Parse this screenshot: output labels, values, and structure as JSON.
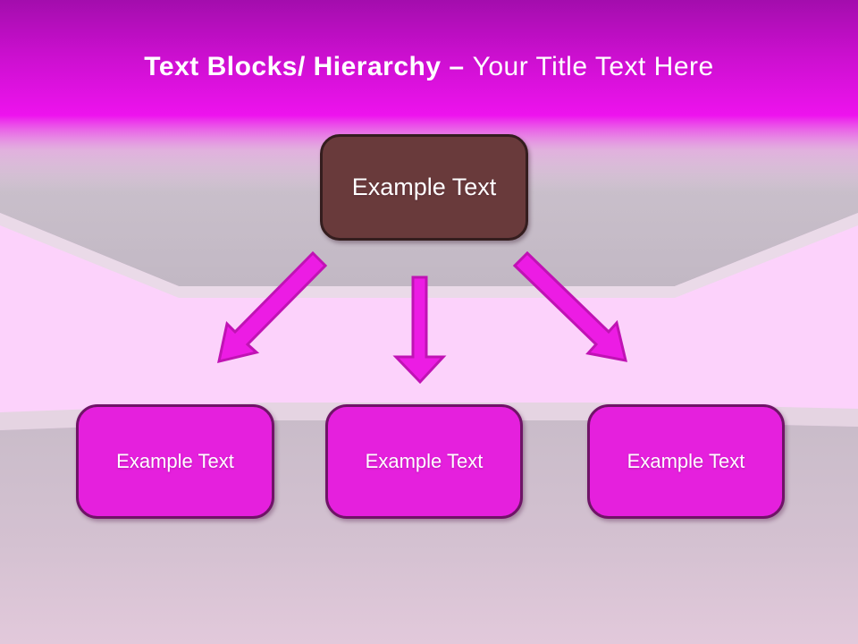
{
  "slide_title": {
    "emphasis": "Text Blocks/ Hierarchy –",
    "subtitle": "Your Title Text Here"
  },
  "hierarchy": {
    "root": {
      "label": "Example Text"
    },
    "children": [
      {
        "label": "Example Text"
      },
      {
        "label": "Example Text"
      },
      {
        "label": "Example Text"
      }
    ]
  },
  "icons": {
    "arrow_left": "down-left-arrow-icon",
    "arrow_center": "down-arrow-icon",
    "arrow_right": "down-right-arrow-icon"
  },
  "colors": {
    "header_gradient_top": "#a30dad",
    "header_gradient_bottom": "#ee13ee",
    "wall_pink": "#fcd2fb",
    "ceiling_gray": "#c6bcc8",
    "ceiling_edge_band": "#e8dae6",
    "floor_gray": "#c9bcc9",
    "floor_bottom_pink": "#e2c9db",
    "root_box_fill": "#693a3b",
    "root_box_border": "#341d1e",
    "child_box_fill": "#e520dd",
    "child_box_border": "#6f1467",
    "arrow_fill": "#ec1ce4",
    "arrow_stroke": "#c013b4",
    "title_color": "#ffffff"
  }
}
